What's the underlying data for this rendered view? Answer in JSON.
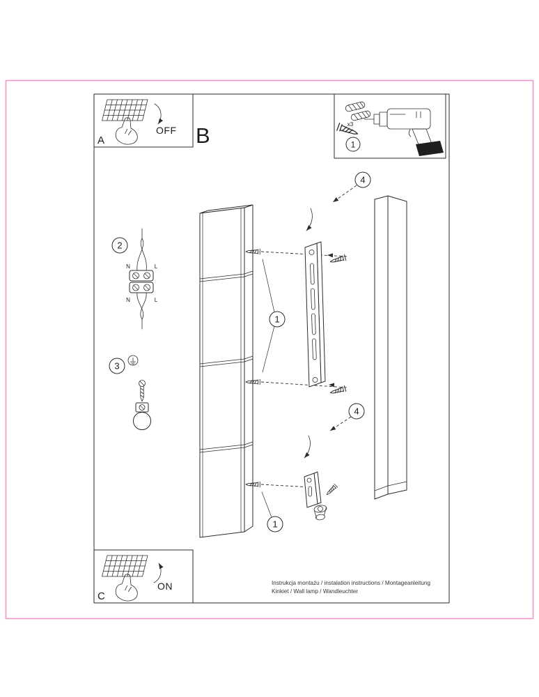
{
  "colors": {
    "frame_border": "#f097c8",
    "ink": "#2b2b2b"
  },
  "sections": {
    "a": "A",
    "b": "B",
    "c": "C"
  },
  "switch": {
    "off": "OFF",
    "on": "ON"
  },
  "parts_box": {
    "anchor_count": "x3"
  },
  "callouts": {
    "one": "1",
    "two": "2",
    "three": "3",
    "four": "4"
  },
  "wiring": {
    "top_left": "N",
    "top_right": "L",
    "bottom_left": "N",
    "bottom_right": "L"
  },
  "footer": {
    "line1": "Instrukcja montażu / instalation instructions / Montageanleitung",
    "line2": "Kinkiet / Wall lamp / Wandleuchter"
  }
}
